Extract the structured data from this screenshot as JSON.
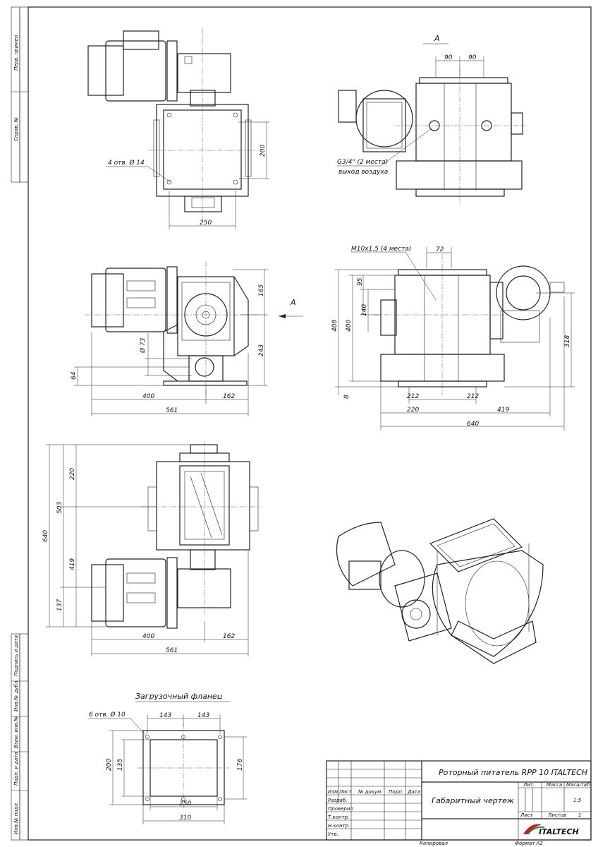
{
  "sidebar": {
    "top": [
      "Перв. примен",
      "Справ. №"
    ],
    "bottom": [
      "Подпись и дата",
      "Инв.№ дубл.",
      "Взам. инв.№",
      "Подп. и дата",
      "Инв.№ подл."
    ]
  },
  "top_view": {
    "dims": {
      "d200": "200",
      "d250": "250"
    },
    "note": "4 отв. Ø 14"
  },
  "view_a": {
    "label": "A",
    "dims": {
      "d90a": "90",
      "d90b": "90"
    },
    "note1": "G3/4\" (2 места)",
    "note2": "выход воздуха"
  },
  "front_view": {
    "dims": {
      "d165": "165",
      "d243": "243",
      "d73": "Ø 73",
      "d64": "64",
      "d400": "400",
      "d162": "162",
      "d561": "561"
    },
    "arrow": "A"
  },
  "side_view": {
    "dims": {
      "d408": "408",
      "d400": "400",
      "d95": "95",
      "d140": "140",
      "d72": "72",
      "d318": "318",
      "d8": "8",
      "d212a": "212",
      "d212b": "212",
      "d220": "220",
      "d419": "419",
      "d640": "640"
    },
    "note": "M10x1.5 (4 места)"
  },
  "plan_view": {
    "dims": {
      "d640": "640",
      "d503": "503",
      "d220": "220",
      "d419": "419",
      "d137": "137",
      "d400": "400",
      "d162": "162",
      "d561": "561"
    }
  },
  "flange": {
    "title": "Загрузочный фланец",
    "note": "6 отв. Ø 10",
    "dims": {
      "d143a": "143",
      "d143b": "143",
      "d200": "200",
      "d135": "135",
      "d176": "176",
      "d250": "250",
      "d310": "310"
    }
  },
  "title_block": {
    "product": "Роторный питатель RPP 10 ITALTECH",
    "doc": "Габаритный чертеж",
    "cols": [
      "Изм.",
      "Лист",
      "№ докум.",
      "Подп.",
      "Дата"
    ],
    "rows": [
      "Разраб.",
      "Проверил",
      "Т.контр.",
      "Н.контр.",
      "Утв."
    ],
    "lit": "Лит.",
    "mass": "Масса",
    "scale_label": "Масштаб",
    "scale": "1:5",
    "sheet": "Лист",
    "sheets": "Листов",
    "sheets_val": "1",
    "logo": "ITALTECH"
  },
  "footer": {
    "copied": "Копировал",
    "format": "Формат A2"
  }
}
